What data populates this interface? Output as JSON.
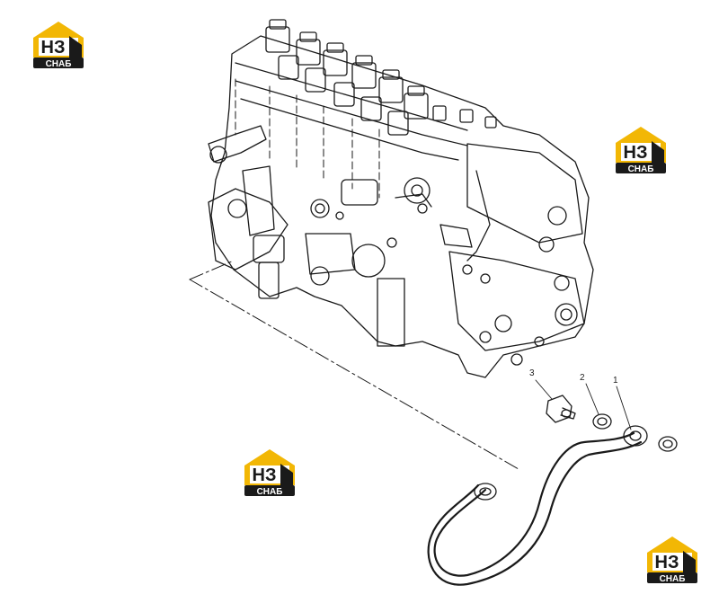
{
  "callouts": [
    {
      "id": "1",
      "label": "1"
    },
    {
      "id": "2",
      "label": "2"
    },
    {
      "id": "3",
      "label": "3"
    }
  ],
  "watermark": {
    "text_top": "НЗ",
    "text_bottom": "СНАБ",
    "color_yellow": "#f2b705",
    "color_black": "#1a1a1a"
  },
  "colors": {
    "line": "#1a1a1a",
    "background": "#ffffff"
  },
  "icons": [
    "watermark-logo-icon",
    "fuel-injection-pump-drawing",
    "fuel-pipe-drawing",
    "banjo-bolt-drawing",
    "sealing-washer-drawing"
  ]
}
